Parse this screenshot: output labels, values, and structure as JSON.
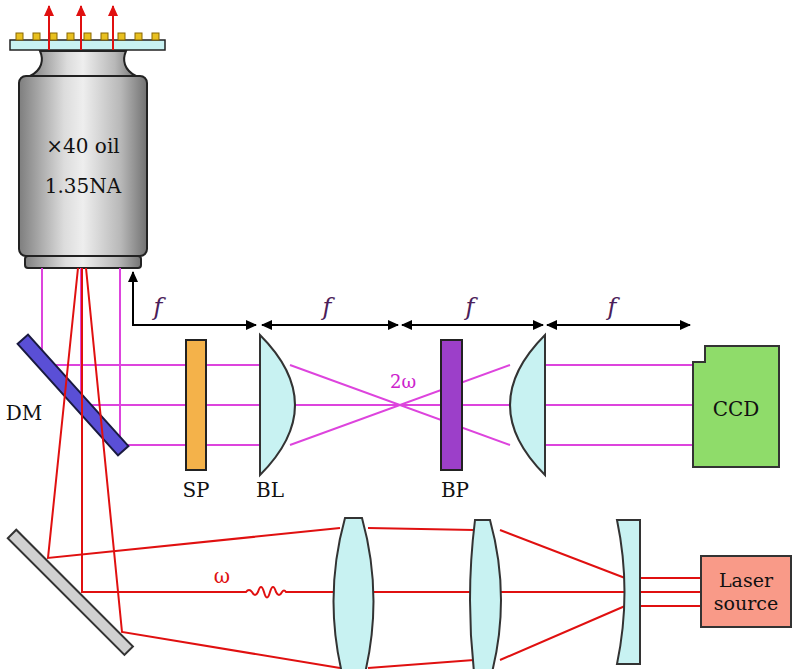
{
  "diagram": {
    "nodes": [
      {
        "text": [
          "×40 oil 1.35NA"
        ]
      },
      {
        "text": [
          "CCD"
        ]
      },
      {
        "text": [
          "Laser source"
        ]
      }
    ],
    "labels": [
      "f",
      "f",
      "f",
      "f",
      "2ω",
      "DM",
      "SP",
      "BL",
      "BP",
      "ω"
    ]
  }
}
